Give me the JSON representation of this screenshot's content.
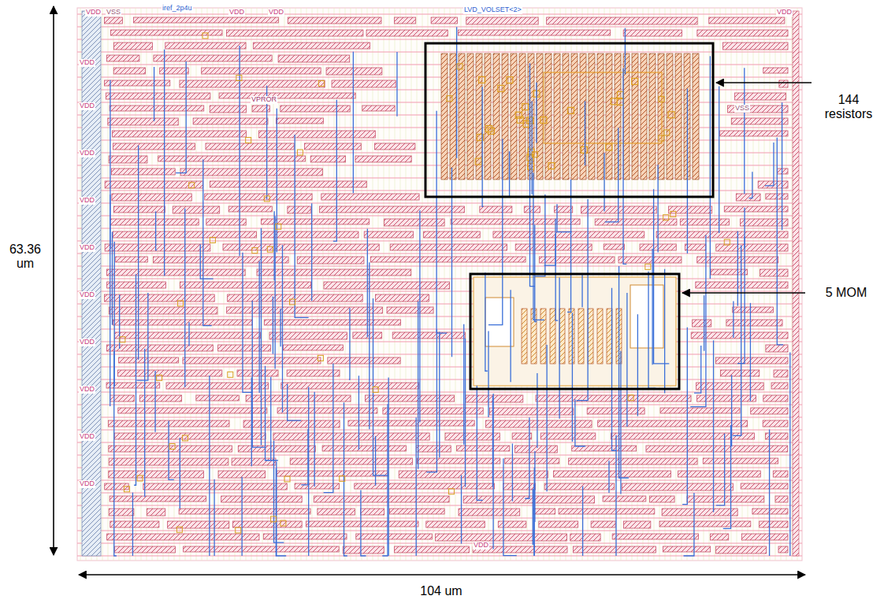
{
  "diagram": {
    "labels": [
      "VDD",
      "VSS",
      "iref_2p4u",
      "VDD",
      "VDD",
      "LVD_VOLSET<2>",
      "VDD",
      "VPROR",
      "VSS",
      "VDD",
      "VDD",
      "VDD",
      "VDD",
      "VDD",
      "VDD",
      "VDD",
      "VDD",
      "VDD",
      "VDD",
      "VDD",
      "63.36 um",
      "104 um",
      "144 resistors",
      "5 MOM"
    ]
  }
}
